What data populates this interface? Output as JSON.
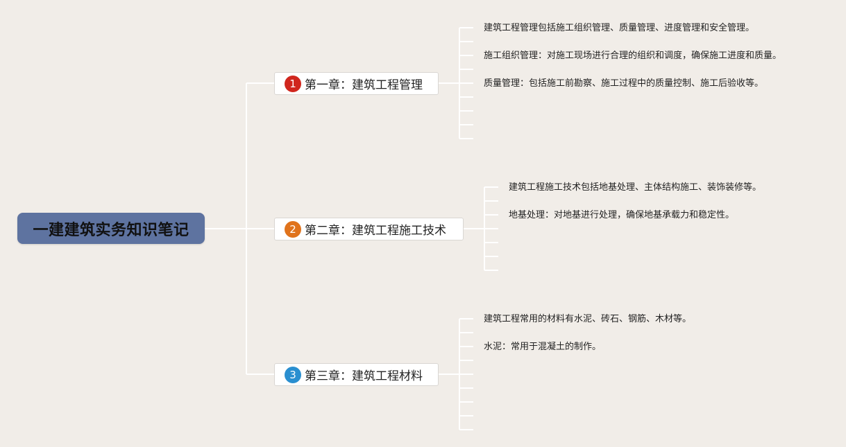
{
  "root": {
    "title": "一建建筑实务知识笔记",
    "color": "#5e73a0"
  },
  "chapters": [
    {
      "number": "1",
      "badge_color": "#d0261d",
      "title": "第一章：建筑工程管理",
      "notes": [
        "建筑工程管理包括施工组织管理、质量管理、进度管理和安全管理。",
        "施工组织管理：对施工现场进行合理的组织和调度，确保施工进度和质量。",
        "质量管理：包括施工前勘察、施工过程中的质量控制、施工后验收等。"
      ]
    },
    {
      "number": "2",
      "badge_color": "#e0731c",
      "title": "第二章：建筑工程施工技术",
      "notes": [
        "建筑工程施工技术包括地基处理、主体结构施工、装饰装修等。",
        "地基处理：对地基进行处理，确保地基承载力和稳定性。"
      ]
    },
    {
      "number": "3",
      "badge_color": "#2a8fd0",
      "title": "第三章：建筑工程材料",
      "notes": [
        "建筑工程常用的材料有水泥、砖石、钢筋、木材等。",
        "水泥：常用于混凝土的制作。"
      ]
    }
  ]
}
